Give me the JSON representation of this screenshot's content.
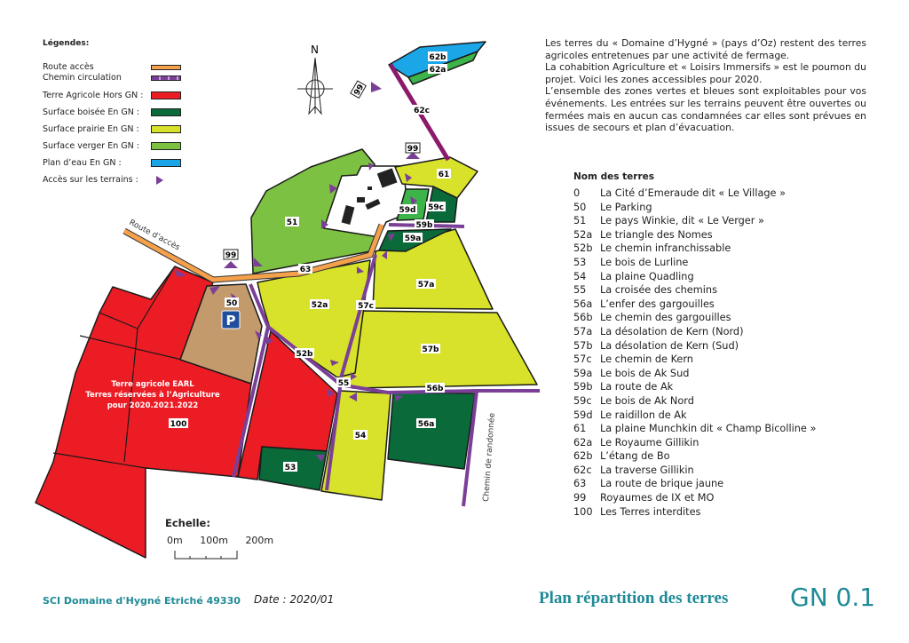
{
  "legend": {
    "title": "Légendes:",
    "items": [
      {
        "label": "Route accès",
        "color": "#f5a04a",
        "kind": "line"
      },
      {
        "label": "Chemin circulation",
        "color": "#7b3f98",
        "kind": "dash"
      },
      {
        "label": "Terre Agricole Hors GN :",
        "color": "#ec1c24"
      },
      {
        "label": "Surface boisée En GN :",
        "color": "#0a6a3a"
      },
      {
        "label": "Surface prairie En GN :",
        "color": "#d8e22a"
      },
      {
        "label": "Surface verger En GN :",
        "color": "#7dc142"
      },
      {
        "label": "Plan d’eau En GN :",
        "color": "#1ba6e8"
      },
      {
        "label": "Accès sur les terrains :",
        "color": "#7b3f98",
        "kind": "triangle"
      }
    ]
  },
  "description": [
    "Les terres du « Domaine d’Hygné » (pays d’Oz) restent des terres agricoles entretenues par une activité de fermage.",
    "La cohabition Agriculture et « Loisirs Immersifs » est le poumon du projet. Voici les zones accessibles pour 2020.",
    "L’ensemble des zones vertes et bleues sont exploitables pour vos événements. Les entrées sur les terrains peuvent être ouvertes ou fermées mais en aucun cas condamnées car elles sont prévues en issues de secours et plan d’évacuation."
  ],
  "terrains": {
    "title": "Nom des terres",
    "items": [
      {
        "code": "0",
        "name": "La Cité d’Emeraude dit « Le Village »"
      },
      {
        "code": "50",
        "name": "Le Parking"
      },
      {
        "code": "51",
        "name": "Le pays Winkie, dit « Le Verger »"
      },
      {
        "code": "52a",
        "name": "Le triangle des Nomes"
      },
      {
        "code": "52b",
        "name": "Le chemin infranchissable"
      },
      {
        "code": "53",
        "name": "Le bois de Lurline"
      },
      {
        "code": "54",
        "name": "La plaine Quadling"
      },
      {
        "code": "55",
        "name": "La croisée des chemins"
      },
      {
        "code": "56a",
        "name": "L’enfer des gargouilles"
      },
      {
        "code": "56b",
        "name": "Le chemin des gargouilles"
      },
      {
        "code": "57a",
        "name": "La désolation de Kern (Nord)"
      },
      {
        "code": "57b",
        "name": "La désolation de Kern (Sud)"
      },
      {
        "code": "57c",
        "name": "Le chemin de Kern"
      },
      {
        "code": "59a",
        "name": "Le bois de Ak Sud"
      },
      {
        "code": "59b",
        "name": "La route de Ak"
      },
      {
        "code": "59c",
        "name": "Le bois de Ak Nord"
      },
      {
        "code": "59d",
        "name": "Le raidillon de Ak"
      },
      {
        "code": "61",
        "name": "La plaine Munchkin dit « Champ Bicolline »"
      },
      {
        "code": "62a",
        "name": "Le Royaume Gillikin"
      },
      {
        "code": "62b",
        "name": "L’étang de Bo"
      },
      {
        "code": "62c",
        "name": "La traverse Gillikin"
      },
      {
        "code": "63",
        "name": "La route de brique jaune"
      },
      {
        "code": "99",
        "name": "Royaumes de IX et MO"
      },
      {
        "code": "100",
        "name": "Les Terres interdites"
      }
    ]
  },
  "map": {
    "compass": "N",
    "road_label": "Route d’accès",
    "trail_label": "Chemin de randonnée",
    "parking_symbol": "P",
    "earl_text": [
      "Terre agricole EARL",
      "Terres réservées à l’Agriculture",
      "pour 2020.2021.2022"
    ],
    "labels": {
      "l62b": "62b",
      "l62a": "62a",
      "l99a": "99",
      "l62c": "62c",
      "l99b": "99",
      "l61": "61",
      "l59d": "59d",
      "l59c": "59c",
      "l59b": "59b",
      "l59a": "59a",
      "l51": "51",
      "l63": "63",
      "l99c": "99",
      "l52a": "52a",
      "l57c": "57c",
      "l57a": "57a",
      "l50": "50",
      "l52b": "52b",
      "l57b": "57b",
      "l55": "55",
      "l56b": "56b",
      "l56a": "56a",
      "l54": "54",
      "l53": "53",
      "l100": "100"
    }
  },
  "scale": {
    "title": "Echelle:",
    "t0": "0m",
    "t1": "100m",
    "t2": "200m"
  },
  "footer": {
    "company": "SCI Domaine d'Hygné Etriché 49330",
    "date": "Date : 2020/01",
    "title": "Plan répartition des terres",
    "code": "GN 0.1"
  }
}
